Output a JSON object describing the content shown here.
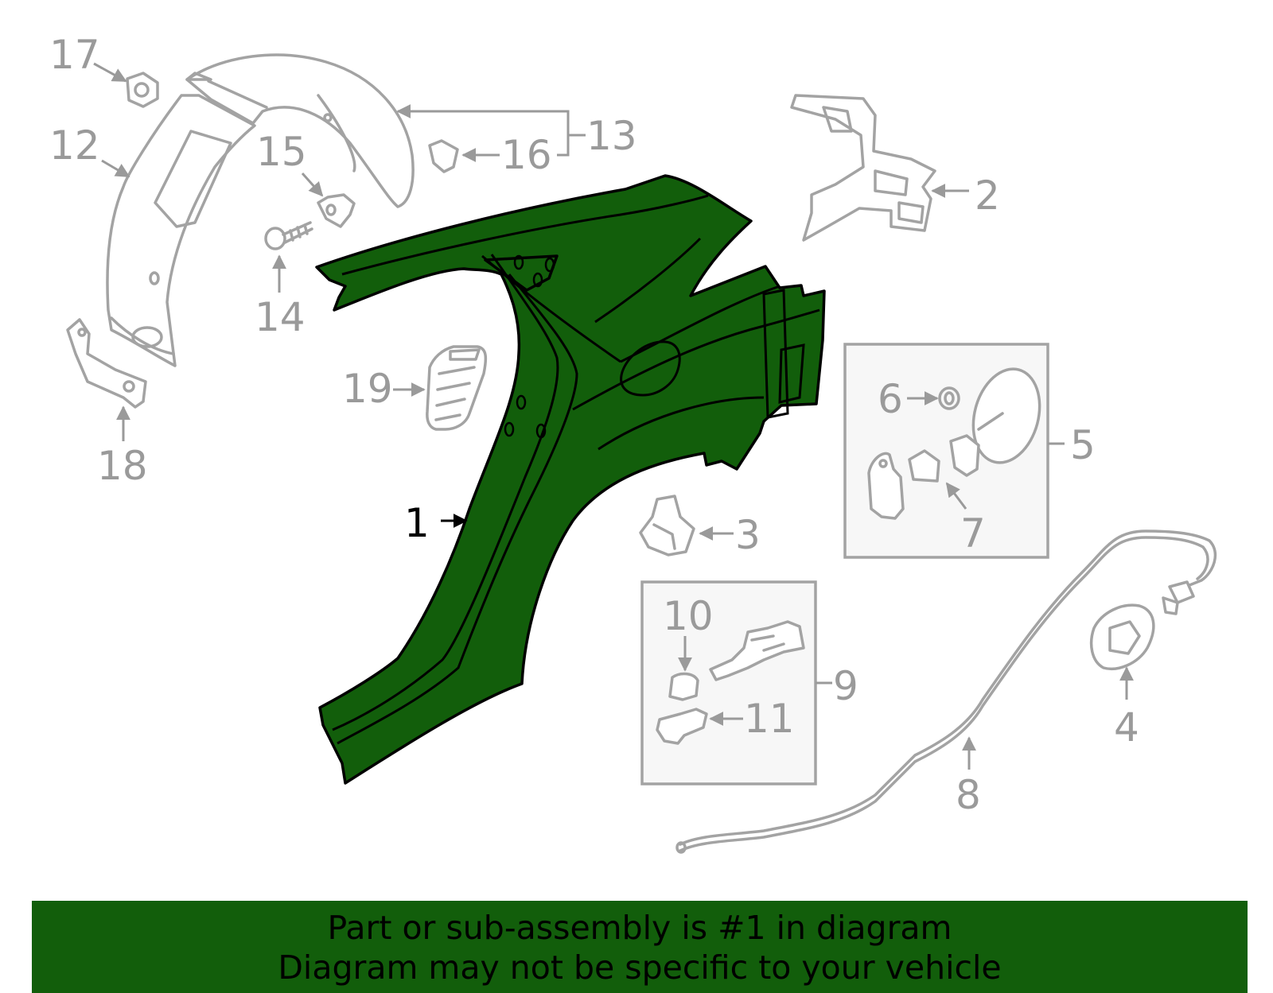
{
  "colors": {
    "highlight": "#125e0b",
    "inactive": "#9a9a9a",
    "active_label": "#000000",
    "background": "#ffffff"
  },
  "diagram": {
    "highlighted_part": "1",
    "callouts": [
      "1",
      "2",
      "3",
      "4",
      "5",
      "6",
      "7",
      "8",
      "9",
      "10",
      "11",
      "12",
      "13",
      "14",
      "15",
      "16",
      "17",
      "18",
      "19"
    ]
  },
  "banner": {
    "line1": "Part or sub-assembly is #1 in diagram",
    "line2": "Diagram may not be specific to your vehicle"
  }
}
